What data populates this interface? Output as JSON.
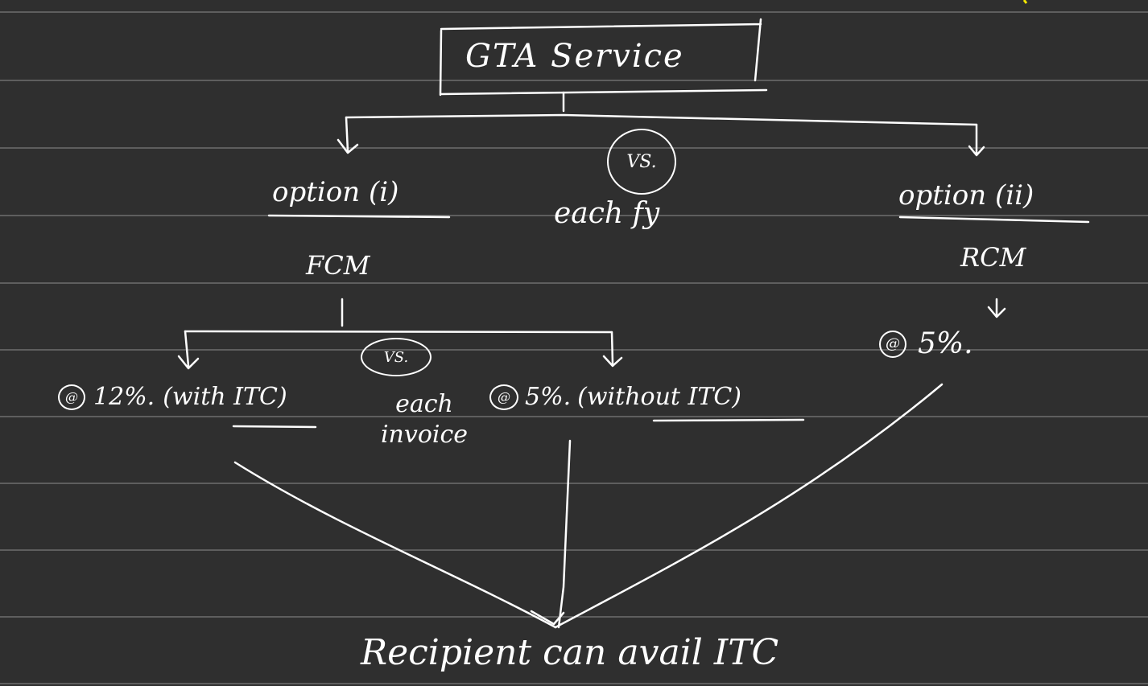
{
  "colors": {
    "background": "#2f2f2f",
    "ruled_line": "#dcdcdc",
    "ink": "#ffffff",
    "highlighter": "#f2e600"
  },
  "root": {
    "label": "GTA Service"
  },
  "comparator_top": {
    "label": "VS.",
    "note": "each fy"
  },
  "option_1": {
    "label": "option (i)",
    "mode": "FCM",
    "comparator": {
      "label": "VS."
    },
    "note": "each invoice",
    "branch_a": {
      "rate": "12%.",
      "itc_prefix": "(with ",
      "itc_word": "ITC",
      "itc_suffix": ")"
    },
    "branch_b": {
      "rate": "5%.",
      "itc_prefix": "(",
      "itc_word": "without",
      "itc_suffix": " ITC)"
    }
  },
  "option_2": {
    "label": "option (ii)",
    "mode": "RCM",
    "rate": "5%."
  },
  "result": {
    "label": "Recipient can avail ITC"
  }
}
